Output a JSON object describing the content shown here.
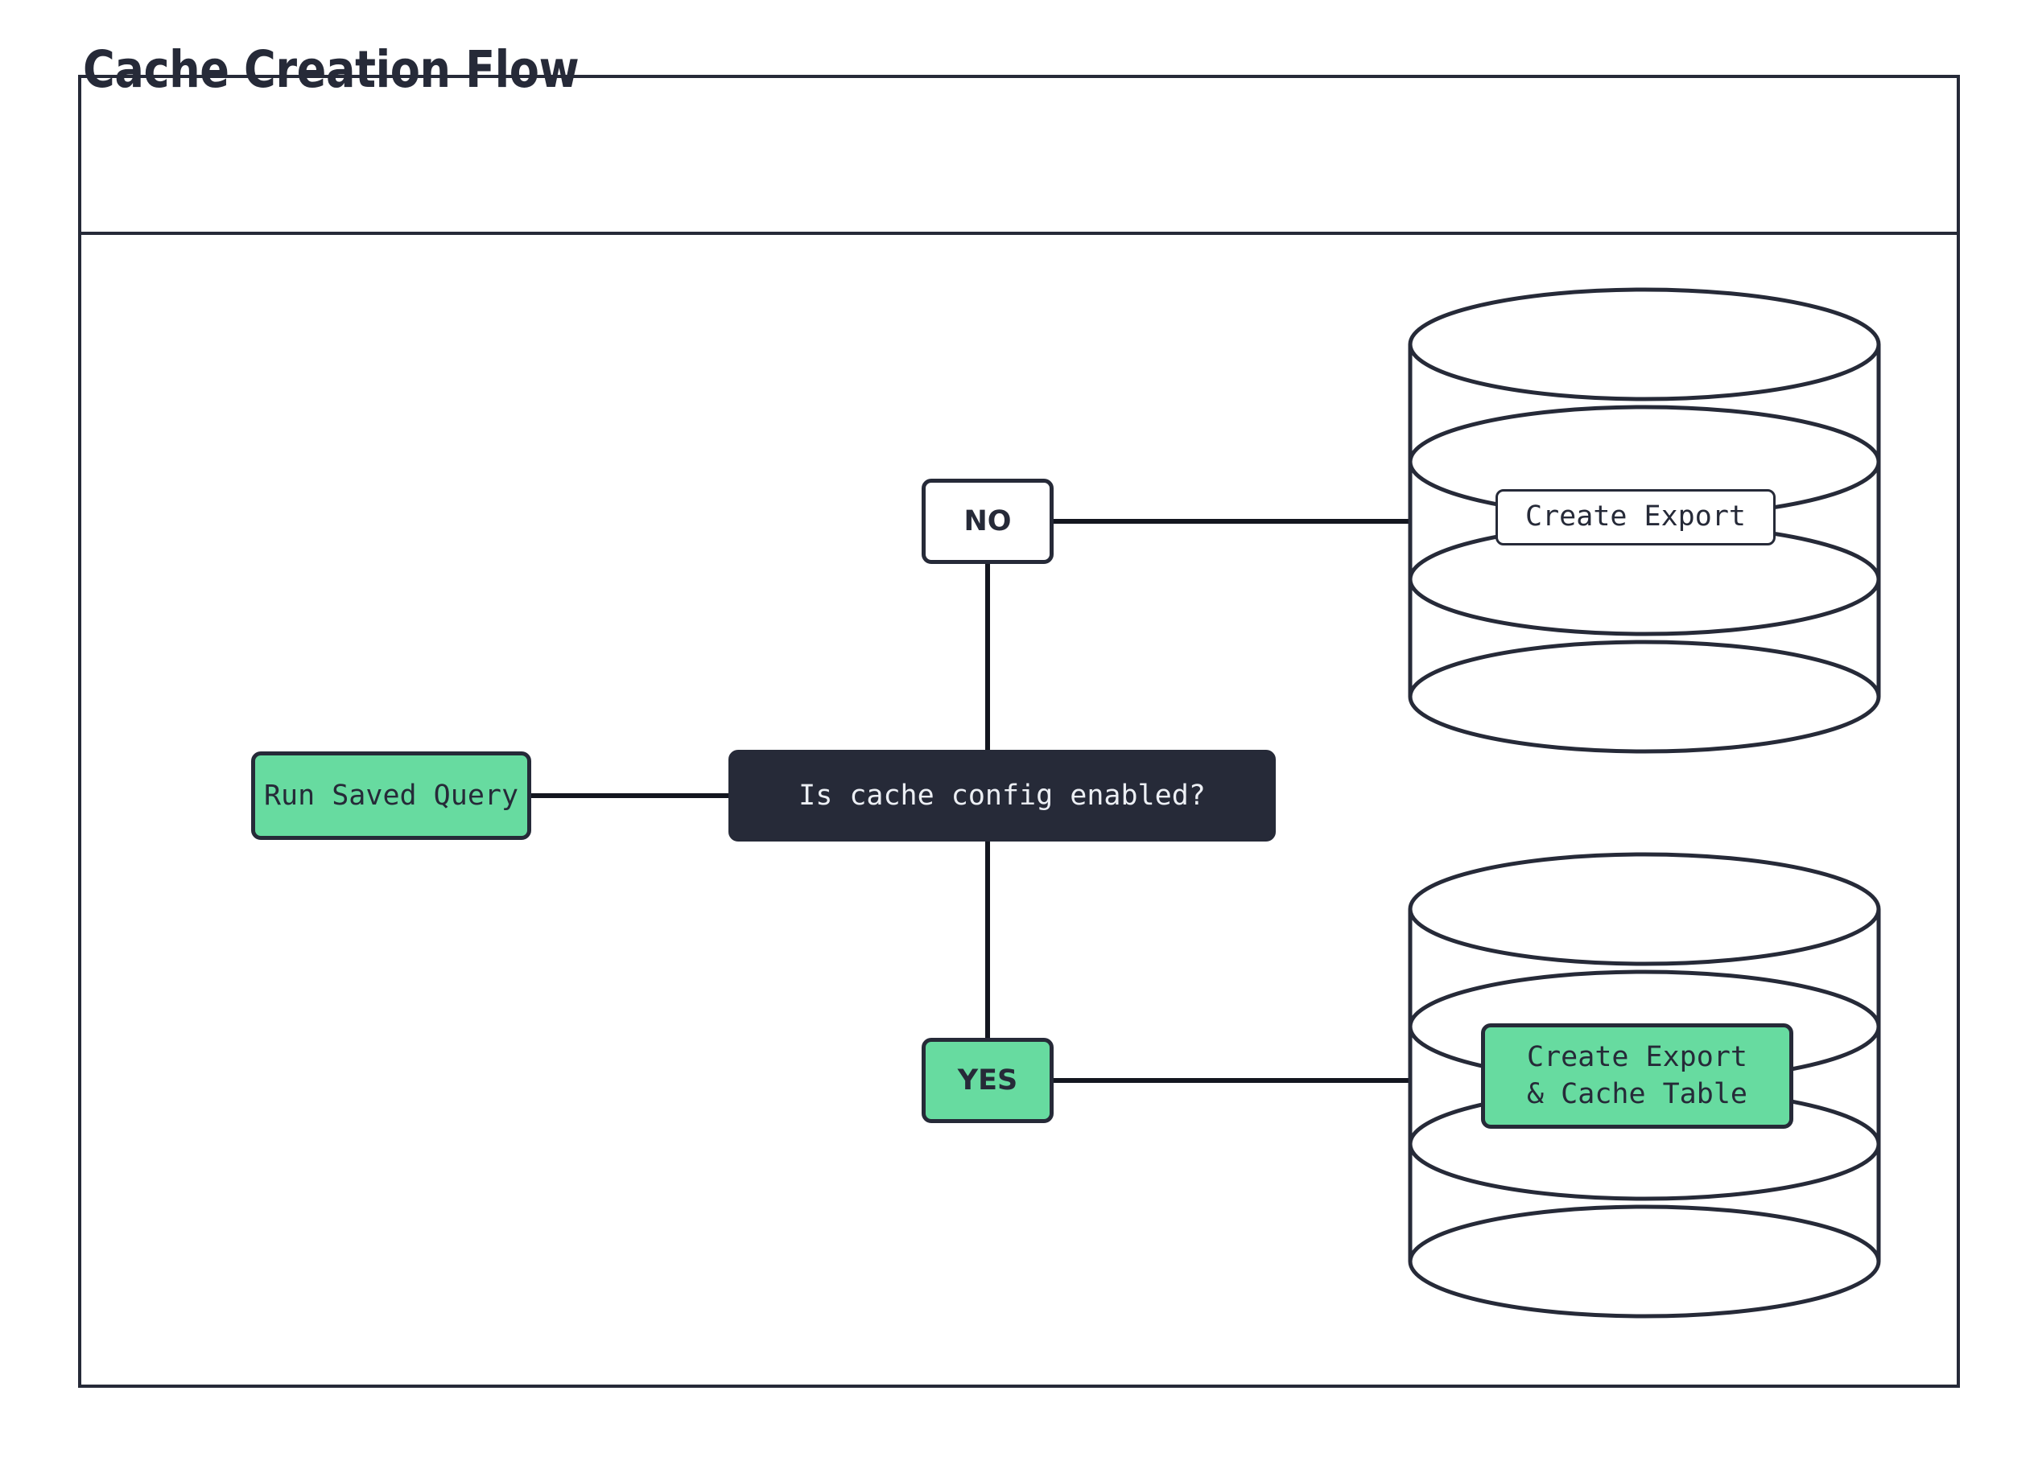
{
  "diagram": {
    "title": "Cache Creation Flow",
    "type": "flowchart",
    "colors": {
      "ink": "#262a38",
      "accent_green": "#67dba0",
      "surface": "#ffffff",
      "dark_fill": "#262a38",
      "dark_text": "#eceff4"
    },
    "nodes": [
      {
        "id": "run-saved-query",
        "label": "Run Saved Query",
        "shape": "rounded-rect",
        "style": "green"
      },
      {
        "id": "decision",
        "label": "Is cache config enabled?",
        "shape": "rounded-rect",
        "style": "dark"
      },
      {
        "id": "no",
        "label": "NO",
        "shape": "rounded-rect",
        "style": "white"
      },
      {
        "id": "yes",
        "label": "YES",
        "shape": "rounded-rect",
        "style": "green"
      },
      {
        "id": "db-top",
        "label": "Create Export",
        "shape": "cylinder",
        "style": "white"
      },
      {
        "id": "db-bottom",
        "label": "Create Export\n& Cache Table",
        "label_line_1": "Create Export",
        "label_line_2": "& Cache Table",
        "shape": "cylinder",
        "style": "green"
      }
    ],
    "edges": [
      {
        "from": "run-saved-query",
        "to": "decision",
        "label": ""
      },
      {
        "from": "decision",
        "to": "no",
        "label": ""
      },
      {
        "from": "no",
        "to": "db-top",
        "label": ""
      },
      {
        "from": "decision",
        "to": "yes",
        "label": ""
      },
      {
        "from": "yes",
        "to": "db-bottom",
        "label": ""
      }
    ]
  }
}
